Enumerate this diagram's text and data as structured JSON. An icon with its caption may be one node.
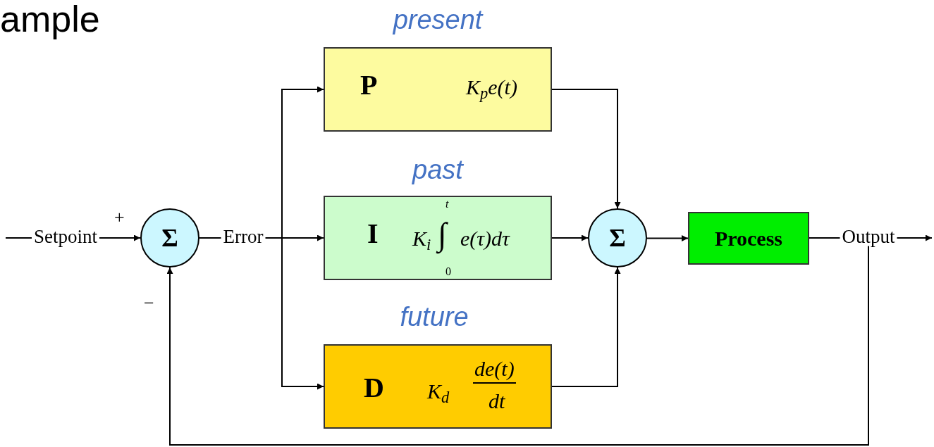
{
  "diagram": {
    "title": "ample",
    "nodes": [
      {
        "text": [
          "Σ"
        ]
      },
      {
        "text": [
          "P",
          "K$_{p}$e(t)"
        ],
        "beside": [
          "present"
        ]
      },
      {
        "text": [
          "I",
          "K$_{i}$",
          "t",
          "∫",
          "0",
          "e(τ)dτ"
        ],
        "beside": [
          "past"
        ]
      },
      {
        "text": [
          "D",
          "K$_{d}$",
          "de(t)",
          "dt"
        ],
        "beside": [
          "future"
        ]
      },
      {
        "text": [
          "Σ"
        ]
      },
      {
        "text": [
          "Process"
        ]
      }
    ],
    "edges": [
      {
        "from": null,
        "to": 0,
        "arrow": "to",
        "label": "Setpoint"
      },
      {
        "from": 0,
        "to": 2,
        "arrow": "to",
        "label": "Error"
      },
      {
        "from": 0,
        "to": 1,
        "arrow": "to"
      },
      {
        "from": 0,
        "to": 3,
        "arrow": "to"
      },
      {
        "from": 1,
        "to": 4,
        "arrow": "to"
      },
      {
        "from": 2,
        "to": 4,
        "arrow": "to"
      },
      {
        "from": 3,
        "to": 4,
        "arrow": "to"
      },
      {
        "from": 4,
        "to": 5,
        "arrow": "to"
      },
      {
        "from": 5,
        "to": null,
        "arrow": "to",
        "label": "Output"
      },
      {
        "from": 5,
        "to": 0,
        "arrow": "to"
      }
    ],
    "labels": [
      "+",
      "−"
    ]
  }
}
